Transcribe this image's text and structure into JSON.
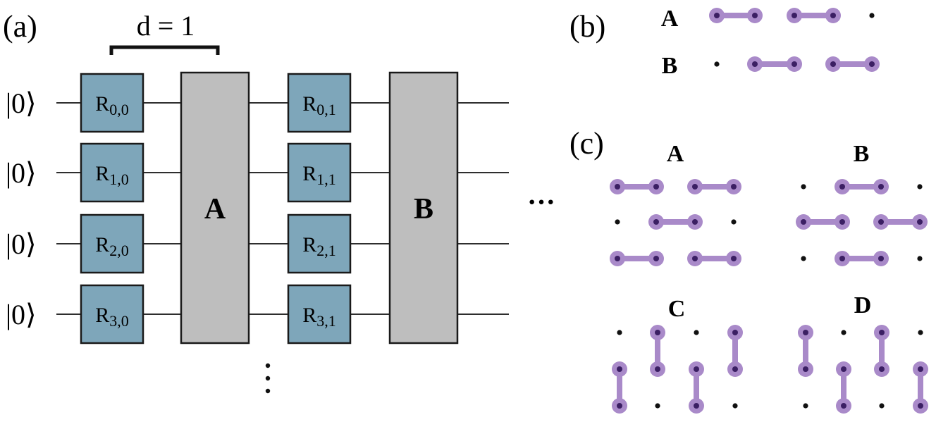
{
  "panel_a": {
    "label": "(a)",
    "bracket_label": "d = 1",
    "ket_label": "|0⟩",
    "qubit_count": 4,
    "first_layer": [
      {
        "name": "R",
        "sub": "0,0"
      },
      {
        "name": "R",
        "sub": "1,0"
      },
      {
        "name": "R",
        "sub": "2,0"
      },
      {
        "name": "R",
        "sub": "3,0"
      }
    ],
    "block_a_label": "A",
    "second_layer": [
      {
        "name": "R",
        "sub": "0,1"
      },
      {
        "name": "R",
        "sub": "1,1"
      },
      {
        "name": "R",
        "sub": "2,1"
      },
      {
        "name": "R",
        "sub": "3,1"
      }
    ],
    "block_b_label": "B",
    "horizontal_ellipsis": "···",
    "vertical_ellipsis": "⋮"
  },
  "panel_b": {
    "label": "(b)",
    "rows": [
      {
        "name": "A",
        "pairs": [
          [
            0,
            1
          ],
          [
            2,
            3
          ]
        ],
        "points": 5
      },
      {
        "name": "B",
        "pairs": [
          [
            1,
            2
          ],
          [
            3,
            4
          ]
        ],
        "points": 5
      }
    ]
  },
  "panel_c": {
    "label": "(c)",
    "patterns": [
      {
        "name": "A",
        "orientation": "horizontal",
        "pairs": [
          [
            [
              0,
              0
            ],
            [
              0,
              1
            ]
          ],
          [
            [
              0,
              2
            ],
            [
              0,
              3
            ]
          ],
          [
            [
              1,
              1
            ],
            [
              1,
              2
            ]
          ],
          [
            [
              2,
              0
            ],
            [
              2,
              1
            ]
          ],
          [
            [
              2,
              2
            ],
            [
              2,
              3
            ]
          ]
        ]
      },
      {
        "name": "B",
        "orientation": "horizontal",
        "pairs": [
          [
            [
              0,
              1
            ],
            [
              0,
              2
            ]
          ],
          [
            [
              1,
              0
            ],
            [
              1,
              1
            ]
          ],
          [
            [
              1,
              2
            ],
            [
              1,
              3
            ]
          ],
          [
            [
              2,
              1
            ],
            [
              2,
              2
            ]
          ]
        ]
      },
      {
        "name": "C",
        "orientation": "vertical",
        "pairs": [
          [
            [
              0,
              1
            ],
            [
              1,
              1
            ]
          ],
          [
            [
              0,
              3
            ],
            [
              1,
              3
            ]
          ],
          [
            [
              1,
              0
            ],
            [
              2,
              0
            ]
          ],
          [
            [
              1,
              2
            ],
            [
              2,
              2
            ]
          ]
        ]
      },
      {
        "name": "D",
        "orientation": "vertical",
        "pairs": [
          [
            [
              0,
              0
            ],
            [
              1,
              0
            ]
          ],
          [
            [
              0,
              2
            ],
            [
              1,
              2
            ]
          ],
          [
            [
              1,
              1
            ],
            [
              2,
              1
            ]
          ],
          [
            [
              1,
              3
            ],
            [
              2,
              3
            ]
          ]
        ]
      }
    ]
  },
  "colors": {
    "gate_fill": "#7ea6ba",
    "gate_stroke": "#1a1a1a",
    "block_fill": "#bebebe",
    "coupling": "#a98ac9",
    "coupling_node": "#3b1f63",
    "dot": "#111111",
    "wire": "#111111"
  }
}
